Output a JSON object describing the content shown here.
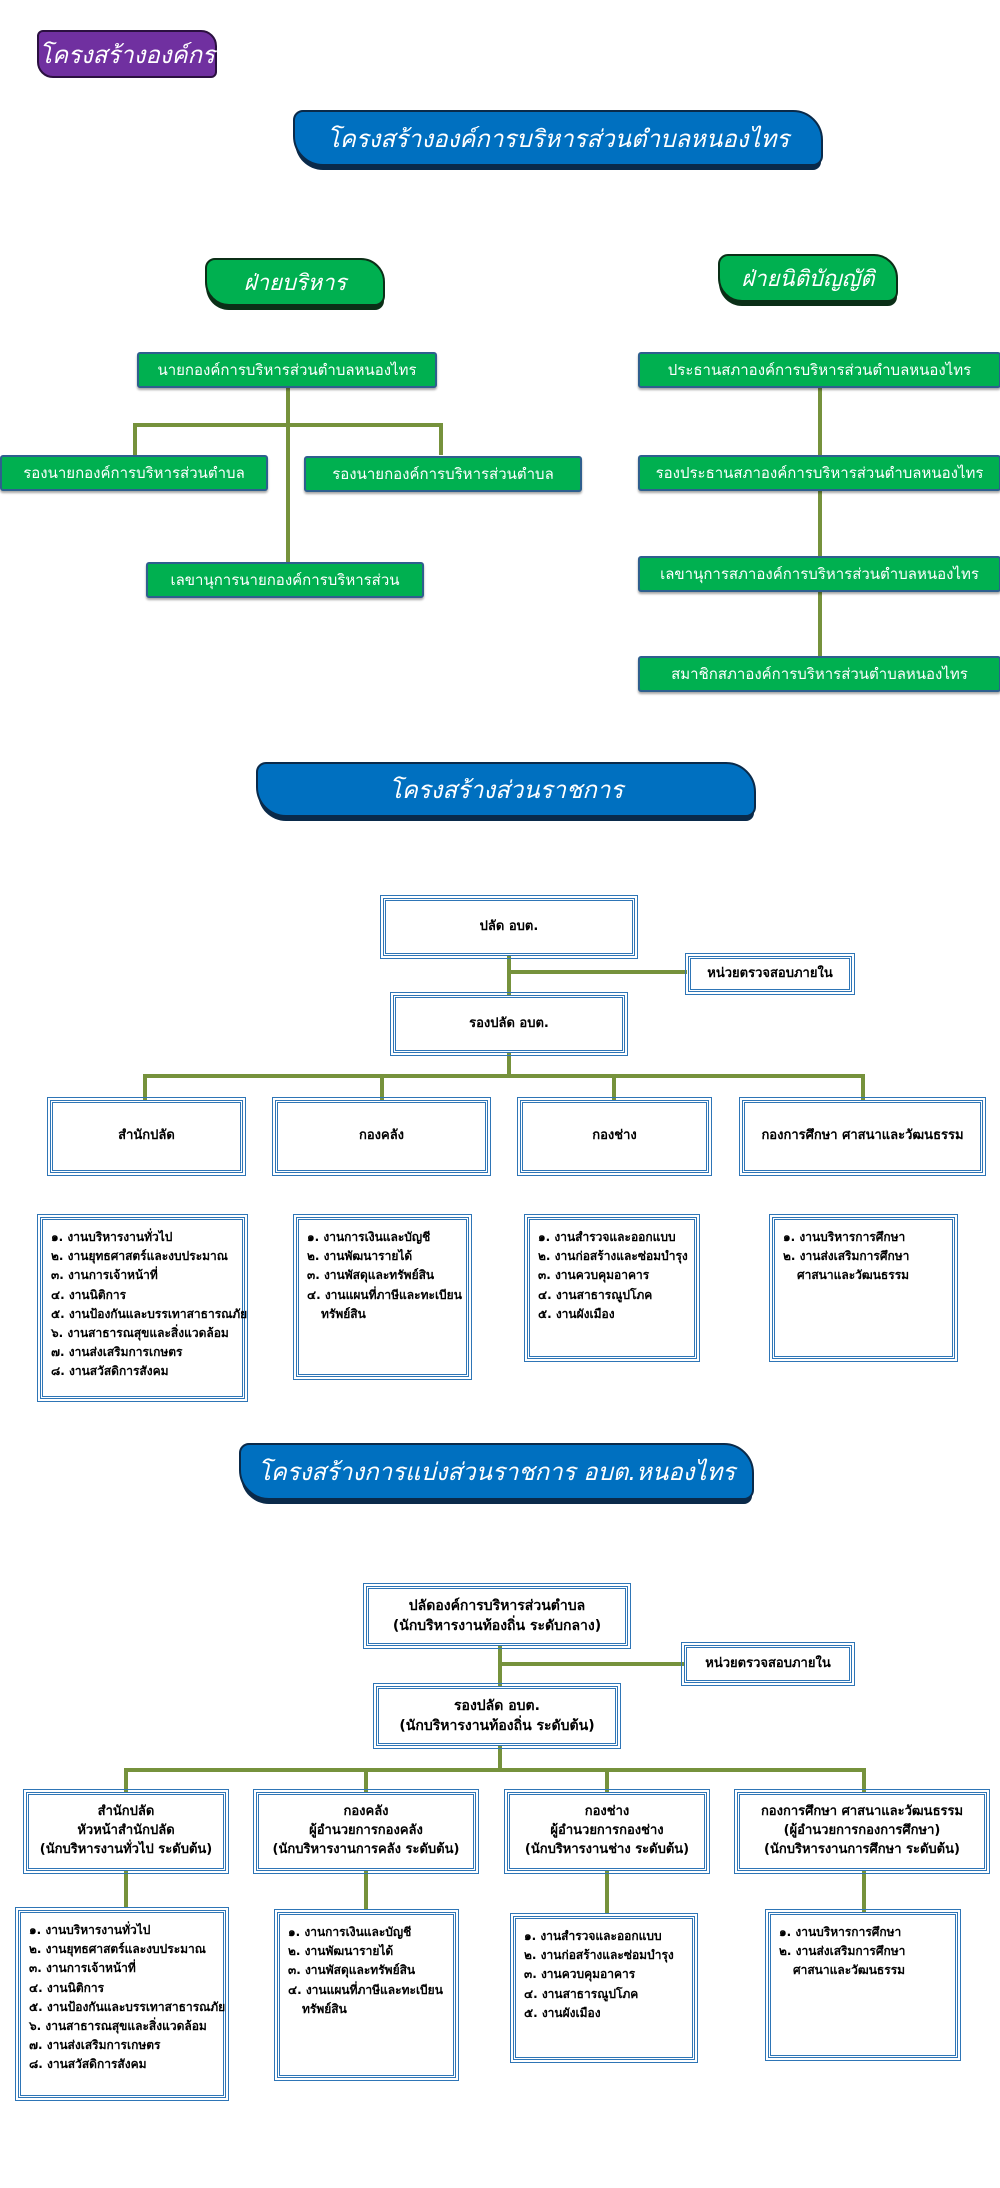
{
  "header": {
    "title": "โครงสร้างองค์กร"
  },
  "org": {
    "banner": "โครงสร้างองค์การบริหารส่วนตำบลหนองไทร",
    "exec": {
      "label": "ฝ่ายบริหาร",
      "chief": "นายกองค์การบริหารส่วนตำบลหนองไทร",
      "deputy_left": "รองนายกองค์การบริหารส่วนตำบล",
      "deputy_right": "รองนายกองค์การบริหารส่วนตำบล",
      "secretary": "เลขานุการนายกองค์การบริหารส่วน"
    },
    "leg": {
      "label": "ฝ่ายนิติบัญญัติ",
      "chair": "ประธานสภาองค์การบริหารส่วนตำบลหนองไทร",
      "vice_chair": "รองประธานสภาองค์การบริหารส่วนตำบลหนองไทร",
      "secretary": "เลขานุการสภาองค์การบริหารส่วนตำบลหนองไทร",
      "member": "สมาชิกสภาองค์การบริหารส่วนตำบลหนองไทร"
    }
  },
  "gov": {
    "banner": "โครงสร้างส่วนราชการ",
    "palat": "ปลัด อบต.",
    "audit": "หน่วยตรวจสอบภายใน",
    "deputy": "รองปลัด อบต.",
    "departments": [
      {
        "name": "สำนักปลัด",
        "items": [
          "๑. งานบริหารงานทั่วไป",
          "๒. งานยุทธศาสตร์และงบประมาณ",
          "๓. งานการเจ้าหน้าที่",
          "๔. งานนิติการ",
          "๕. งานป้องกันและบรรเทาสาธารณภัย",
          "๖. งานสาธารณสุขและสิ่งแวดล้อม",
          "๗. งานส่งเสริมการเกษตร",
          "๘. งานสวัสดิการสังคม"
        ]
      },
      {
        "name": "กองคลัง",
        "items": [
          "๑. งานการเงินและบัญชี",
          "๒. งานพัฒนารายได้",
          "๓. งานพัสดุและทรัพย์สิน",
          "๔. งานแผนที่ภาษีและทะเบียน",
          "ทรัพย์สิน"
        ]
      },
      {
        "name": "กองช่าง",
        "items": [
          "๑. งานสำรวจและออกแบบ",
          "๒. งานก่อสร้างและซ่อมบำรุง",
          "๓. งานควบคุมอาคาร",
          "๔. งานสาธารณูปโภค",
          "๕. งานผังเมือง"
        ]
      },
      {
        "name": "กองการศึกษา ศาสนาและวัฒนธรรม",
        "items": [
          "๑. งานบริหารการศึกษา",
          "๒. งานส่งเสริมการศึกษา",
          "ศาสนาและวัฒนธรรม"
        ]
      }
    ]
  },
  "div": {
    "banner": "โครงสร้างการแบ่งส่วนราชการ อบต.หนองไทร",
    "palat_line1": "ปลัดองค์การบริหารส่วนตำบล",
    "palat_line2": "(นักบริหารงานท้องถิ่น ระดับกลาง)",
    "audit": "หน่วยตรวจสอบภายใน",
    "deputy_line1": "รองปลัด อบต.",
    "deputy_line2": "(นักบริหารงานท้องถิ่น ระดับต้น)",
    "departments": [
      {
        "lines": [
          "สำนักปลัด",
          "หัวหน้าสำนักปลัด",
          "(นักบริหารงานทั่วไป ระดับต้น)"
        ],
        "items": [
          "๑. งานบริหารงานทั่วไป",
          "๒. งานยุทธศาสตร์และงบประมาณ",
          "๓. งานการเจ้าหน้าที่",
          "๔. งานนิติการ",
          "๕. งานป้องกันและบรรเทาสาธารณภัย",
          "๖. งานสาธารณสุขและสิ่งแวดล้อม",
          "๗. งานส่งเสริมการเกษตร",
          "๘. งานสวัสดิการสังคม"
        ]
      },
      {
        "lines": [
          "กองคลัง",
          "ผู้อำนวยการกองคลัง",
          "(นักบริหารงานการคลัง ระดับต้น)"
        ],
        "items": [
          "๑. งานการเงินและบัญชี",
          "๒. งานพัฒนารายได้",
          "๓. งานพัสดุและทรัพย์สิน",
          "๔. งานแผนที่ภาษีและทะเบียน",
          "ทรัพย์สิน"
        ]
      },
      {
        "lines": [
          "กองช่าง",
          "ผู้อำนวยการกองช่าง",
          "(นักบริหารงานช่าง ระดับต้น)"
        ],
        "items": [
          "๑. งานสำรวจและออกแบบ",
          "๒. งานก่อสร้างและซ่อมบำรุง",
          "๓. งานควบคุมอาคาร",
          "๔. งานสาธารณูปโภค",
          "๕. งานผังเมือง"
        ]
      },
      {
        "lines": [
          "กองการศึกษา ศาสนาและวัฒนธรรม",
          "(ผู้อำนวยการกองการศึกษา)",
          "(นักบริหารงานการศึกษา ระดับต้น)"
        ],
        "items": [
          "๑. งานบริหารการศึกษา",
          "๒. งานส่งเสริมการศึกษา",
          "ศาสนาและวัฒนธรรม"
        ]
      }
    ]
  }
}
